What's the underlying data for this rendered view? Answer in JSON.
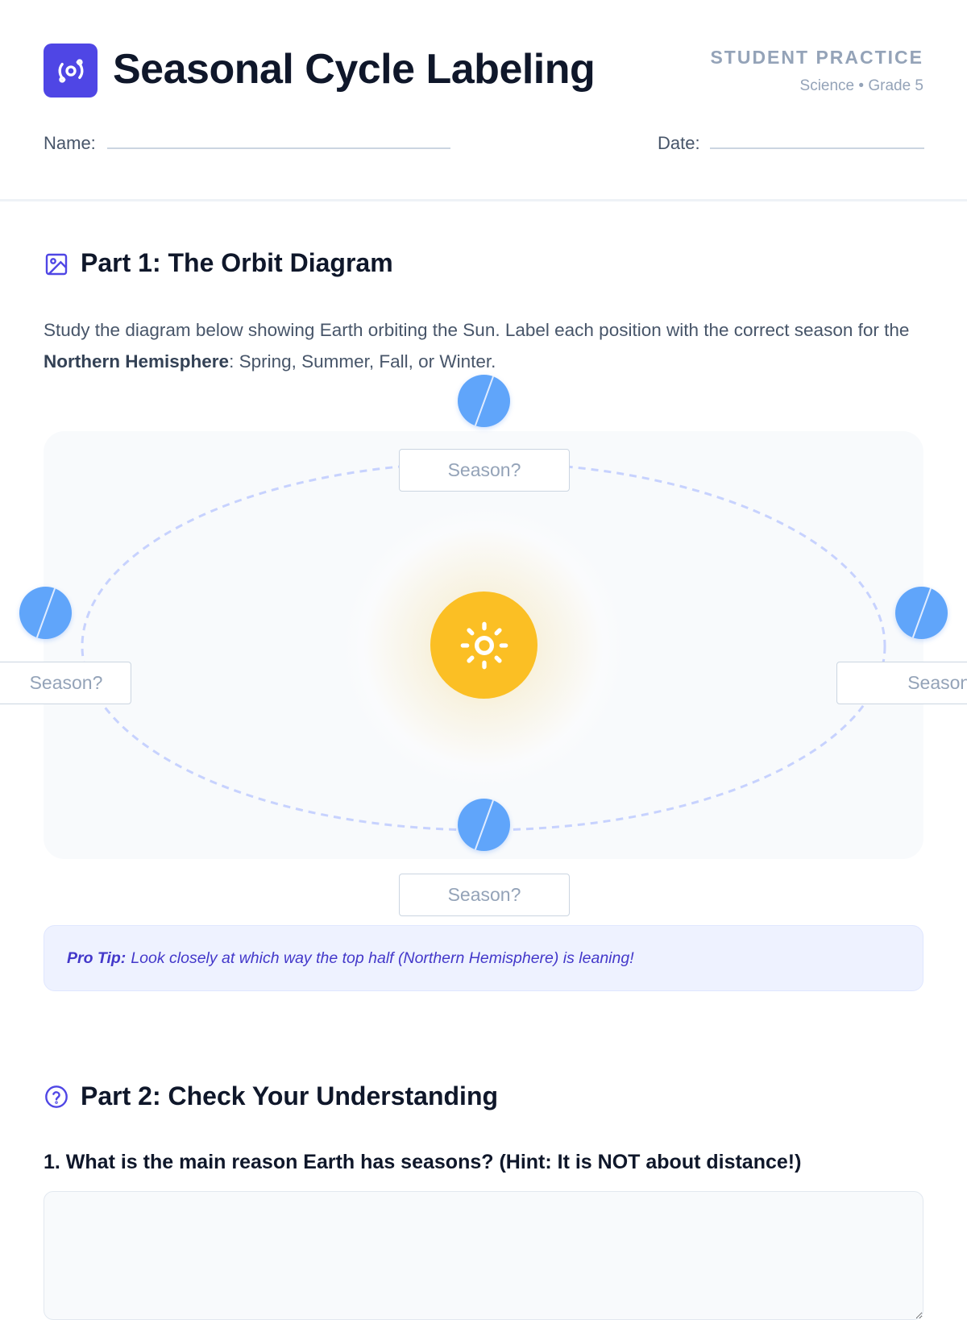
{
  "header": {
    "title": "Seasonal Cycle Labeling",
    "tag": "STUDENT PRACTICE",
    "subtitle": "Science • Grade 5",
    "name_label": "Name:",
    "date_label": "Date:"
  },
  "part1": {
    "heading": "Part 1: The Orbit Diagram",
    "intro_start": "Study the diagram below showing Earth orbiting the Sun. Label each position with the correct season for the ",
    "intro_bold": "Northern Hemisphere",
    "intro_end": ": Spring, Summer, Fall, or Winter.",
    "label_placeholder": "Season?",
    "tip_label": "Pro Tip:",
    "tip_text": "Look closely at which way the top half (Northern Hemisphere) is leaning!"
  },
  "part2": {
    "heading": "Part 2: Check Your Understanding",
    "question1": "1. What is the main reason Earth has seasons? (Hint: It is NOT about distance!)"
  },
  "colors": {
    "accent": "#4f46e5",
    "sun": "#fbbf24",
    "earth": "#60a5fa",
    "orbit": "#c7d2fe"
  }
}
